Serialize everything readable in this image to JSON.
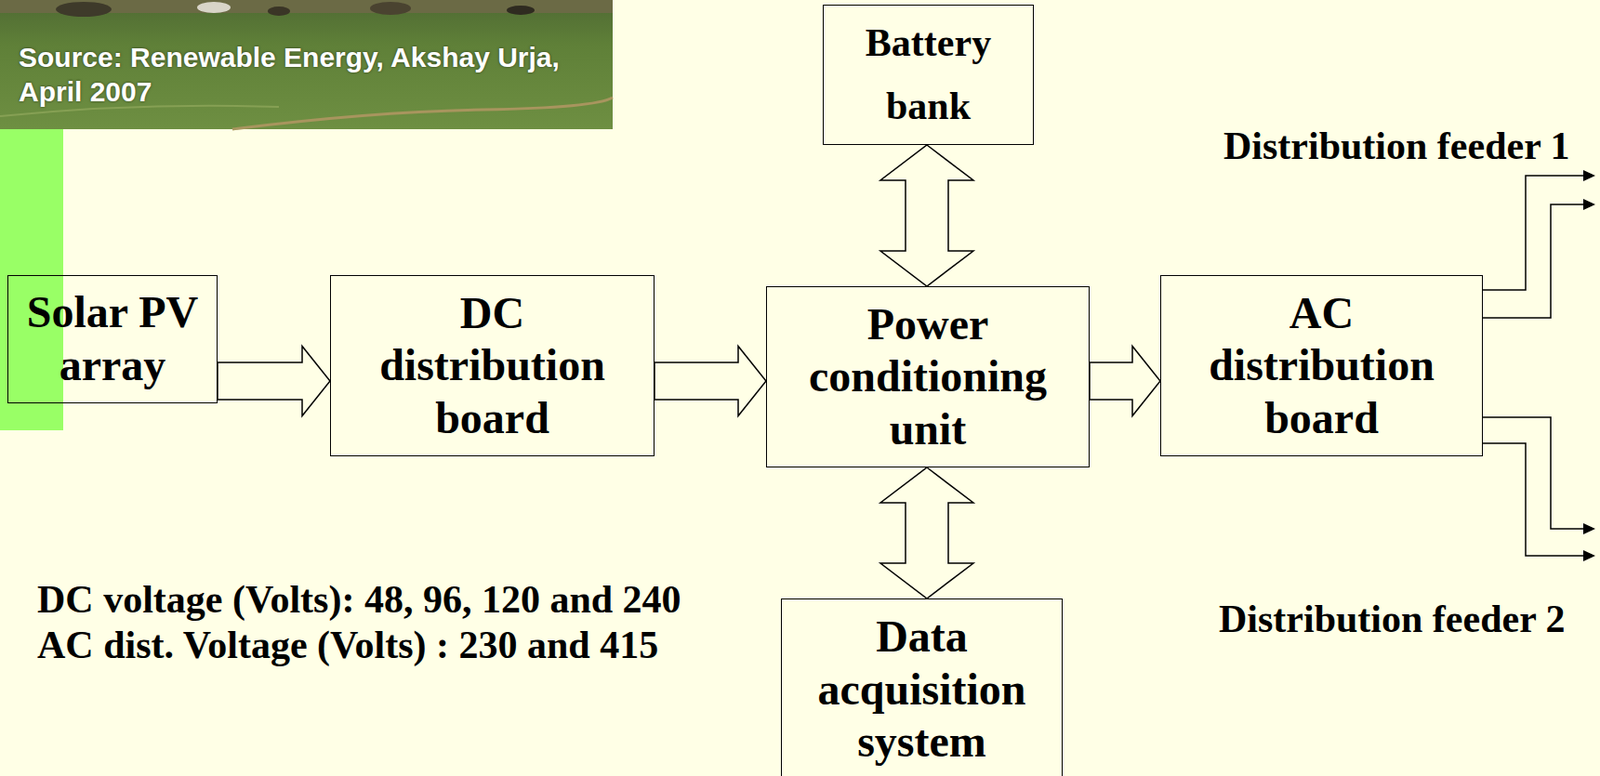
{
  "diagram": {
    "nodes": [
      {
        "text": [
          "Battery bank"
        ]
      },
      {
        "text": [
          "Solar PV array"
        ]
      },
      {
        "text": [
          "DC distribution board"
        ]
      },
      {
        "text": [
          "Power conditioning unit"
        ]
      },
      {
        "text": [
          "AC distribution board"
        ]
      },
      {
        "text": [
          "Data acquisition system"
        ]
      }
    ],
    "edges": [
      {
        "from": 1,
        "to": 2,
        "arrow": "to"
      },
      {
        "from": 2,
        "to": 3,
        "arrow": "to"
      },
      {
        "from": 3,
        "to": 4,
        "arrow": "to"
      },
      {
        "from": 0,
        "to": 3,
        "arrow": "both"
      },
      {
        "from": 3,
        "to": 5,
        "arrow": "both"
      }
    ],
    "labels": [
      "Source: Renewable Energy, Akshay Urja, April 2007",
      "Distribution feeder 1",
      "Distribution feeder 2",
      "DC voltage (Volts): 48, 96, 120 and 240",
      "AC dist. Voltage (Volts) : 230 and 415"
    ]
  }
}
